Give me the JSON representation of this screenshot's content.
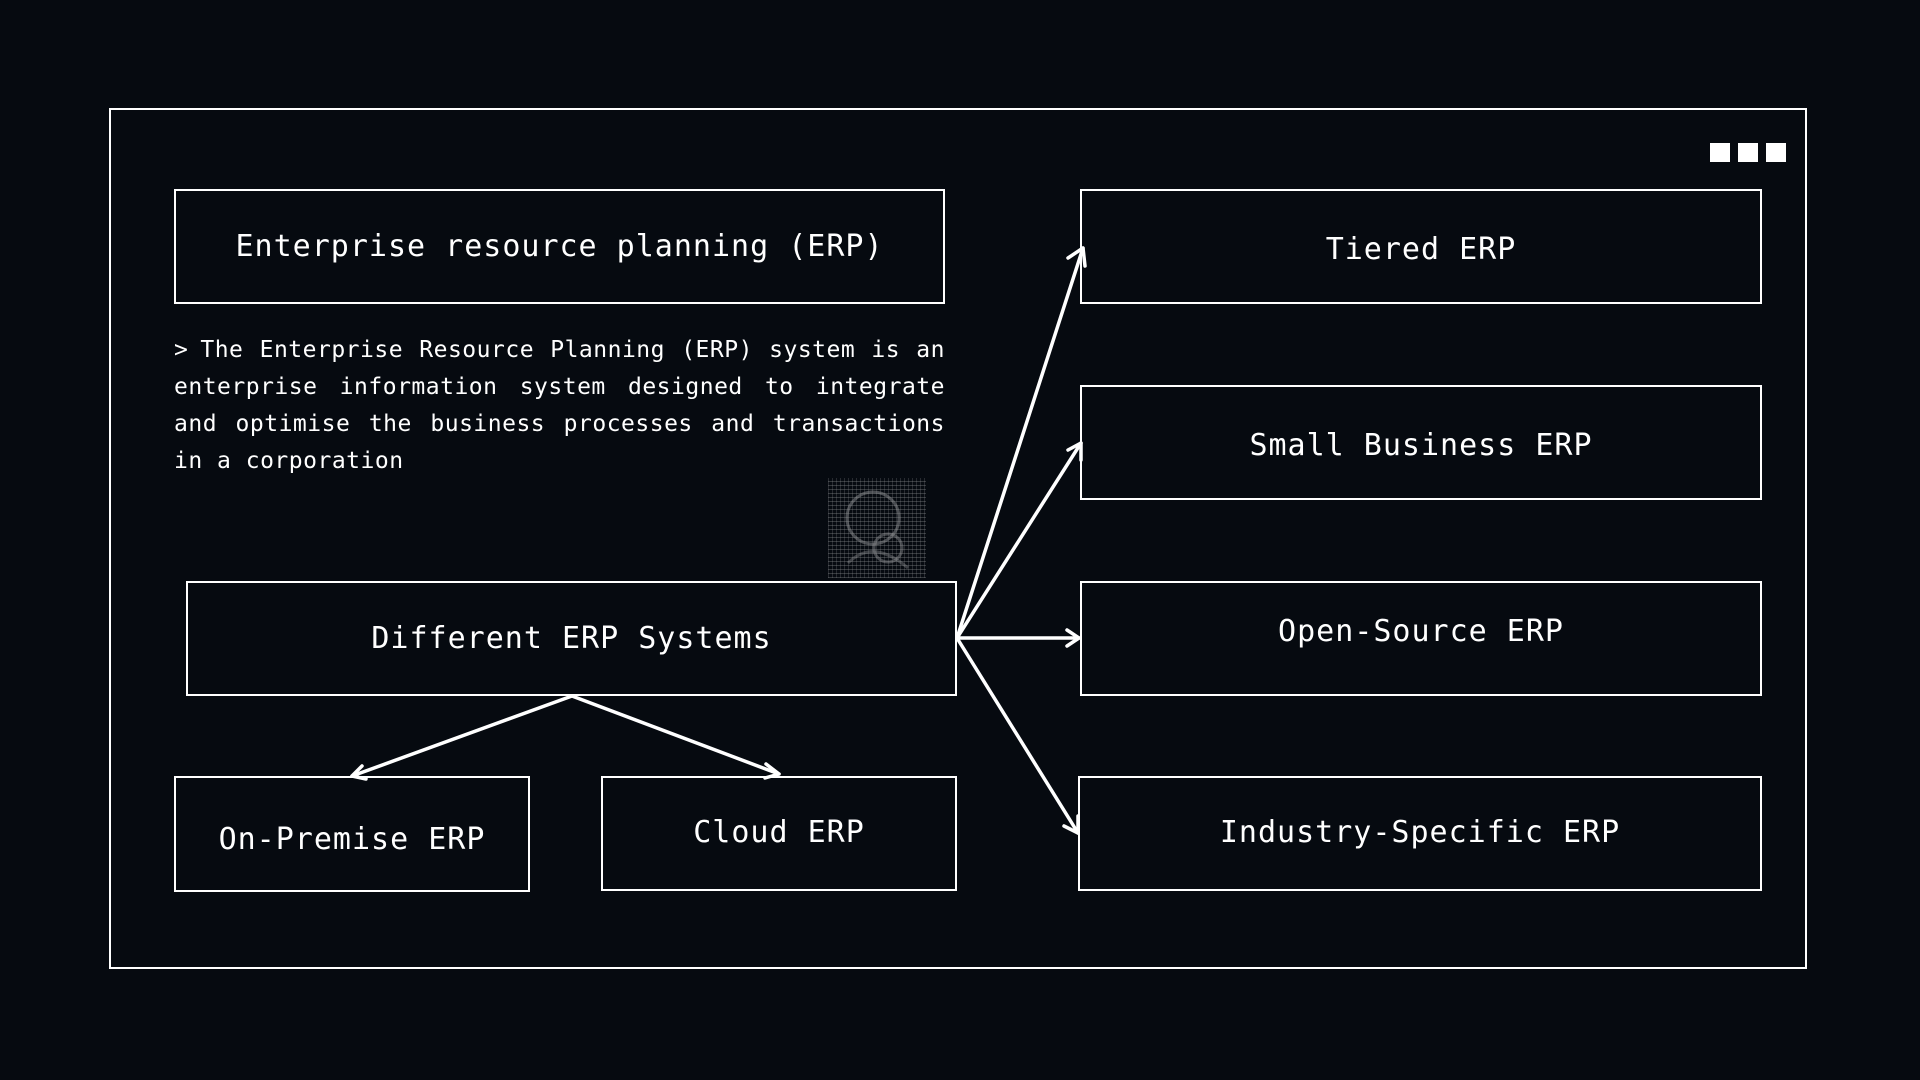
{
  "diagram": {
    "title_box": "Enterprise resource planning (ERP)",
    "description_caret": ">",
    "description": "The Enterprise Resource Planning (ERP) system is an enterprise information system designed to integrate and optimise the business processes and transactions in a corporation",
    "center_box": "Different ERP Systems",
    "deployment": [
      "On-Premise ERP",
      "Cloud ERP"
    ],
    "types": [
      "Tiered ERP",
      "Small Business ERP",
      "Open-Source ERP",
      "Industry-Specific ERP"
    ]
  },
  "colors": {
    "background": "#060a10",
    "stroke": "#ffffff",
    "text": "#ffffff"
  },
  "icons": {
    "window_controls": "three-square-dots",
    "decoration": "halftone-pattern"
  }
}
